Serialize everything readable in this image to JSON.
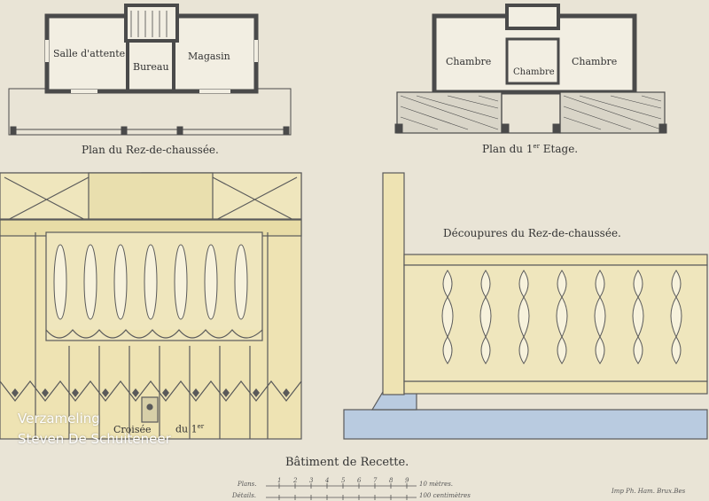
{
  "plan_ground": {
    "rooms": [
      "Salle d'attente",
      "Bureau",
      "Magasin"
    ],
    "caption": "Plan du Rez-de-chaussée."
  },
  "plan_first": {
    "rooms": [
      "Chambre",
      "Chambre",
      "Chambre"
    ],
    "caption_main": "Plan du 1",
    "caption_sup": "er",
    "caption_end": " Etage."
  },
  "decoupures_title": "Découpures du Rez-de-chaussée.",
  "croisee": {
    "label": "Croisée",
    "floor": "du 1",
    "floor_sup": "er"
  },
  "plate_title": "Bâtiment de Recette.",
  "scale": {
    "row1_label": "Plans.",
    "row2_label": "Détails.",
    "row1_unit": "10 mètres.",
    "row2_unit": "100 centimètres",
    "ticks": [
      "1",
      "2",
      "3",
      "4",
      "5",
      "6",
      "7",
      "8",
      "9"
    ]
  },
  "imprint": "Imp Ph. Ham. Brux.Bes",
  "watermark": {
    "line1": "Verzameling",
    "line2": "Steven De Schuiteneer"
  },
  "colors": {
    "paper": "#e9e4d6",
    "wood": "#eee3b3",
    "stone": "#b9cbe0",
    "ink": "#4a4a4a"
  }
}
